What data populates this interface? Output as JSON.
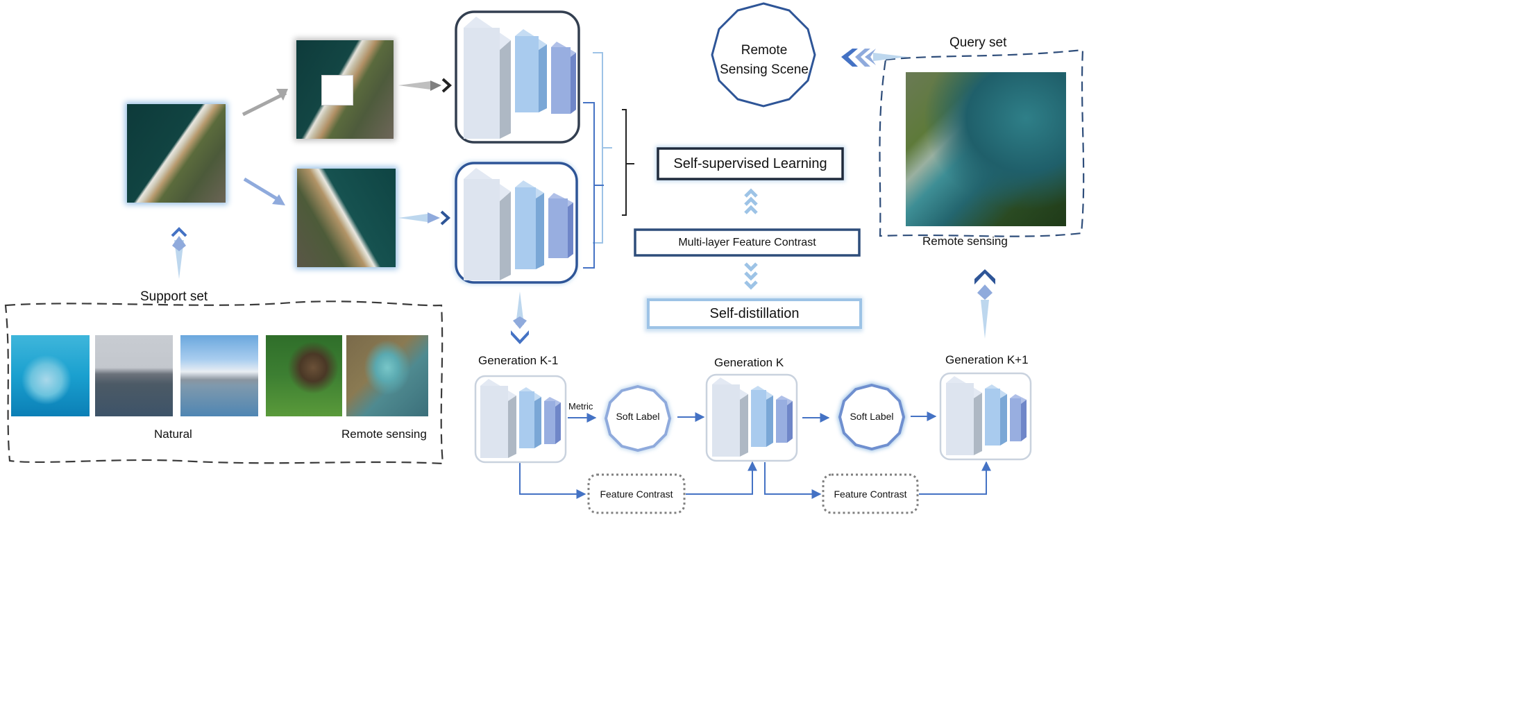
{
  "support": {
    "title": "Support set",
    "natural_label": "Natural",
    "remote_label": "Remote sensing"
  },
  "query": {
    "title": "Query set",
    "remote_label": "Remote sensing"
  },
  "scene_label": "Remote Sensing Scene",
  "methods": {
    "ssl": "Self-supervised Learning",
    "mlfc": "Multi-layer Feature Contrast",
    "sd": "Self-distillation"
  },
  "generations": {
    "prev": "Generation K-1",
    "cur": "Generation K",
    "next": "Generation K+1"
  },
  "metric_label": "Metric",
  "soft_label_1": "Soft Label",
  "soft_label_2": "Soft Label",
  "feature_contrast_1": "Feature Contrast",
  "feature_contrast_2": "Feature Contrast",
  "colors": {
    "accent_blue": "#2e5597",
    "light_blue": "#9dc3e6",
    "arrow_blue": "#4472c4",
    "gray": "#7f7f7f"
  }
}
